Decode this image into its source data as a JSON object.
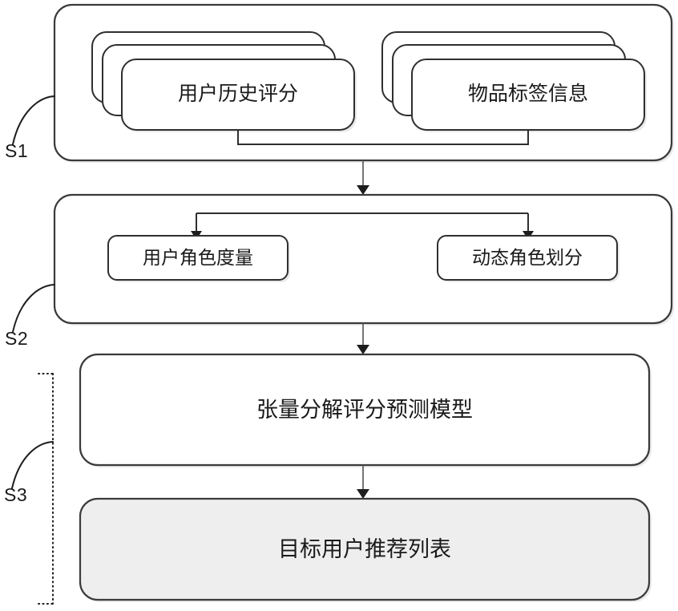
{
  "diagram": {
    "type": "flowchart",
    "title": "",
    "background_color": "#ffffff",
    "stroke_color": "#2f2f2f",
    "filled_node_color": "#eeeeee"
  },
  "steps": [
    {
      "id": "S1",
      "label": "S1"
    },
    {
      "id": "S2",
      "label": "S2"
    },
    {
      "id": "S3",
      "label": "S3"
    }
  ],
  "stage_one": {
    "step_label": "S1",
    "inputs": [
      {
        "label": "用户历史评分",
        "stack_count": 3
      },
      {
        "label": "物品标签信息",
        "stack_count": 3
      }
    ]
  },
  "stage_two": {
    "step_label": "S2",
    "nodes": [
      {
        "label": "用户角色度量"
      },
      {
        "label": "动态角色划分"
      }
    ]
  },
  "stage_three": {
    "step_label": "S3",
    "nodes": [
      {
        "label": "张量分解评分预测模型",
        "filled": false
      },
      {
        "label": "目标用户推荐列表",
        "filled": true
      }
    ]
  }
}
